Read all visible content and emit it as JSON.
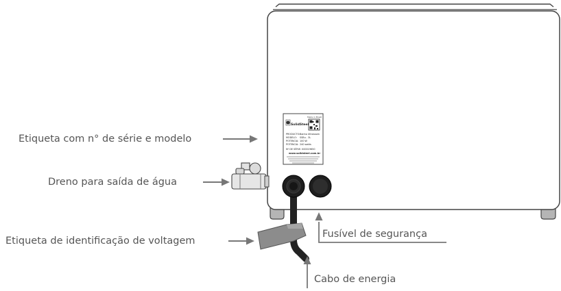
{
  "callouts": {
    "serial_label": "Etiqueta com n° de série e modelo",
    "drain": "Dreno para saída de água",
    "voltage_label": "Etiqueta de identificação de voltagem",
    "fuse": "Fusível de segurança",
    "power_cable": "Cabo de energia"
  },
  "product_label": {
    "brand": "SolidSteel",
    "made_in": "Made in Brazil",
    "rows": [
      [
        "PRODUCTO:",
        "Banho Ultrassom"
      ],
      [
        "MODELO:",
        "SSBu - 3L"
      ],
      [
        "POTENCIA:",
        "100 W"
      ],
      [
        "POTENCIA:",
        "240 watts"
      ]
    ],
    "serial": "Nº DE SÉRIE: 000019650",
    "website": "www.solidsteel.com.br"
  },
  "colors": {
    "outline": "#444444",
    "arrow": "#777777",
    "text": "#555555",
    "cable": "#222222",
    "voltage_tag": "#8c8c8c",
    "valve": "#dddddd"
  }
}
